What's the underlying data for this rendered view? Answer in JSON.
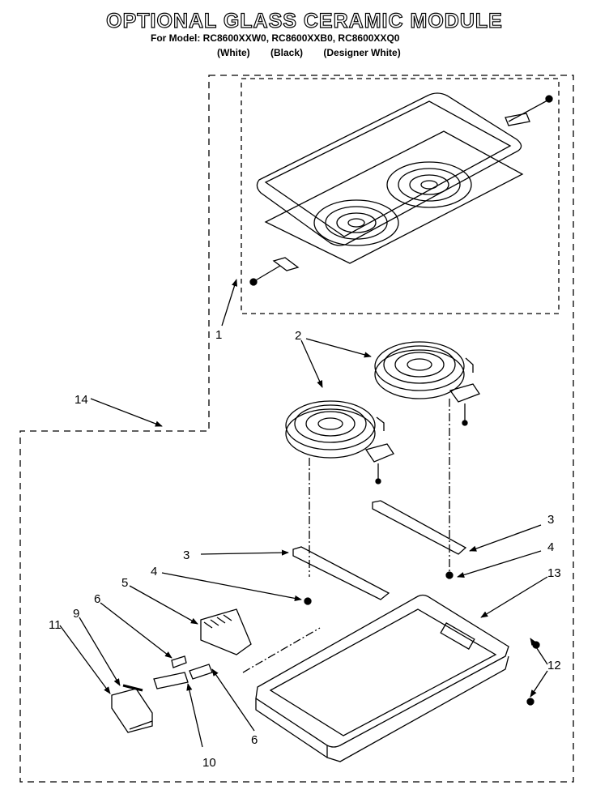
{
  "title": "OPTIONAL GLASS CERAMIC MODULE",
  "models": "For Model: RC8600XXW0, RC8600XXB0, RC8600XXQ0",
  "variants": [
    "(White)",
    "(Black)",
    "(Designer White)"
  ],
  "callouts": [
    "1",
    "2",
    "3",
    "3",
    "4",
    "4",
    "5",
    "6",
    "6",
    "9",
    "10",
    "11",
    "12",
    "13",
    "14"
  ]
}
